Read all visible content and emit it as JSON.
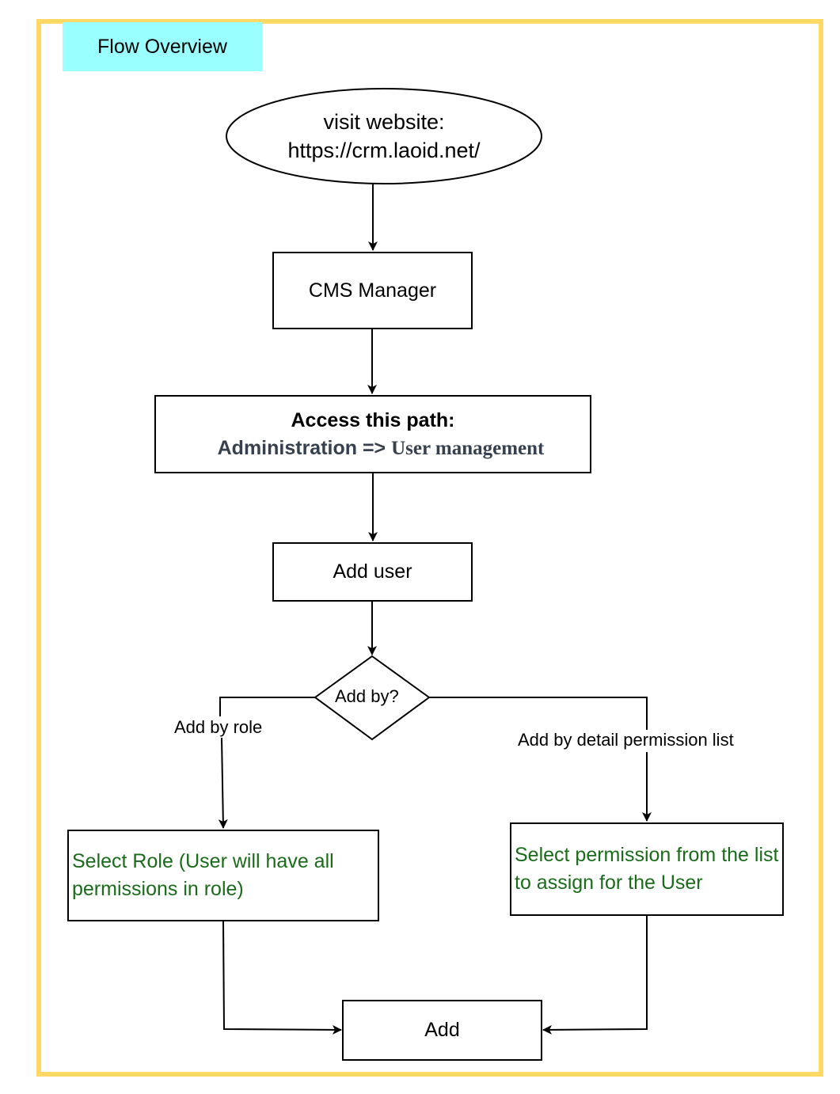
{
  "tag": {
    "label": "Flow Overview"
  },
  "nodes": {
    "start": {
      "line1": "visit website:",
      "line2": "https://crm.laoid.net/"
    },
    "cms": {
      "label": "CMS Manager"
    },
    "path": {
      "title": "Access this path:",
      "admin": "Administration =>",
      "user_mgmt": "User management"
    },
    "add_user": {
      "label": "Add user"
    },
    "decision": {
      "label": "Add by?"
    },
    "select_role": {
      "label": "Select Role (User will have all permissions in role)"
    },
    "select_permission": {
      "label": "Select permission from the list to assign for the User"
    },
    "add": {
      "label": "Add"
    }
  },
  "edges": {
    "by_role": "Add by role",
    "by_permission": "Add by detail permission list"
  },
  "colors": {
    "frame": "#ffd966",
    "tag": "#99ffff",
    "green_text": "#1a6b1a",
    "path_text": "#36404e"
  }
}
